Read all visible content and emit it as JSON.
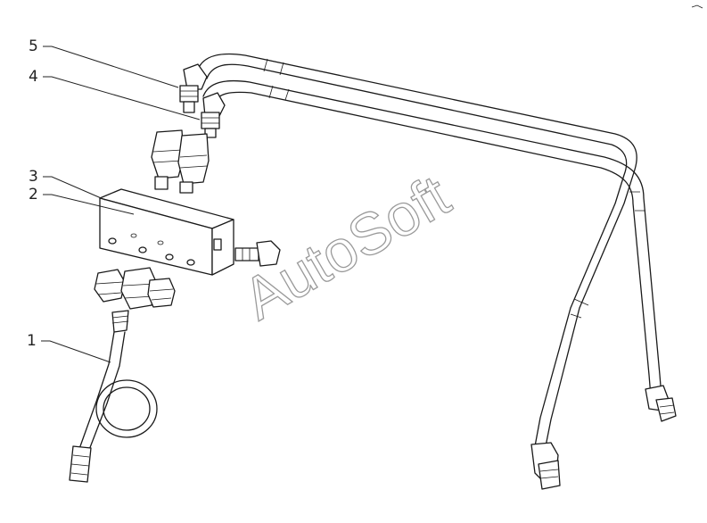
{
  "callouts": [
    {
      "id": "1",
      "text": "1"
    },
    {
      "id": "2",
      "text": "2"
    },
    {
      "id": "3",
      "text": "3"
    },
    {
      "id": "4",
      "text": "4"
    },
    {
      "id": "5",
      "text": "5"
    }
  ],
  "watermark": "AutoSoft",
  "colors": {
    "ink": "#1a1a1a",
    "watermark": "#9a9a9a",
    "background": "#ffffff"
  }
}
